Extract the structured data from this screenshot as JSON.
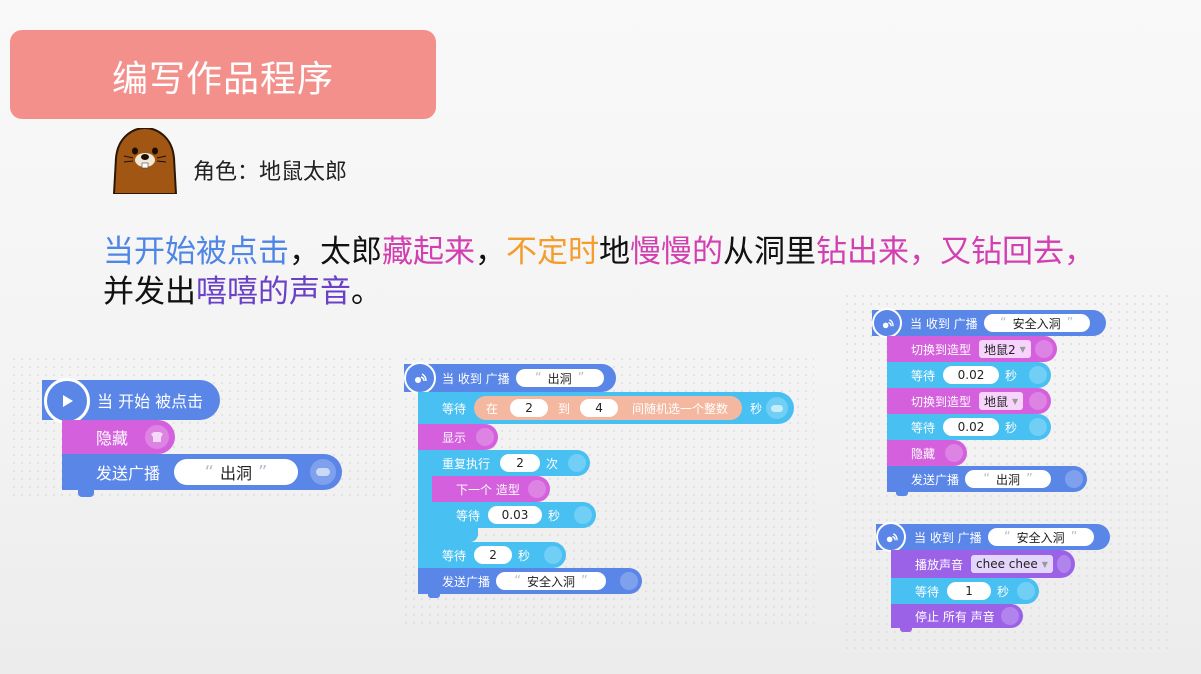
{
  "banner": {
    "title": "编写作品程序"
  },
  "role": {
    "label": "角色：地鼠太郎"
  },
  "description": [
    {
      "text": "当开始被点击",
      "color": "#4f86e5"
    },
    {
      "text": "，太郎",
      "color": "#111111"
    },
    {
      "text": "藏起来",
      "color": "#d23fb0"
    },
    {
      "text": "，",
      "color": "#111111"
    },
    {
      "text": "不定时",
      "color": "#f49d2c"
    },
    {
      "text": "地",
      "color": "#111111"
    },
    {
      "text": "慢慢的",
      "color": "#d23fb0"
    },
    {
      "text": "从洞里",
      "color": "#111111"
    },
    {
      "text": "钻出来",
      "color": "#d23fb0"
    },
    {
      "text": "，又钻回去，",
      "color": "#d23fb0"
    },
    {
      "text": "并发出",
      "color": "#111111"
    },
    {
      "text": "嘻嘻的声音",
      "color": "#6a40c6"
    },
    {
      "text": "。",
      "color": "#111111"
    }
  ],
  "script1": {
    "start_label": "当 开始 被点击",
    "hide_label": "隐藏",
    "broadcast_label": "发送广播",
    "broadcast_value": "出洞"
  },
  "script2": {
    "hat_label": "当 收到 广播",
    "hat_value": "出洞",
    "wait_label": "等待",
    "rand_in": "在",
    "rand_from": "2",
    "rand_to_label": "到",
    "rand_to": "4",
    "rand_suffix": "间随机选一个整数",
    "sec": "秒",
    "show_label": "显示",
    "repeat_label": "重复执行",
    "repeat_count": "2",
    "times": "次",
    "next_costume": "下一个 造型",
    "inner_wait_label": "等待",
    "inner_wait_value": "0.03",
    "wait2_label": "等待",
    "wait2_value": "2",
    "broadcast_label": "发送广播",
    "broadcast_value": "安全入洞"
  },
  "script3": {
    "hat_label": "当 收到 广播",
    "hat_value": "安全入洞",
    "switch_label": "切换到造型",
    "costume1": "地鼠2",
    "wait_label": "等待",
    "wait_value": "0.02",
    "sec": "秒",
    "costume2": "地鼠",
    "hide_label": "隐藏",
    "broadcast_label": "发送广播",
    "broadcast_value": "出洞"
  },
  "script4": {
    "hat_label": "当 收到 广播",
    "hat_value": "安全入洞",
    "play_label": "播放声音",
    "sound": "chee chee",
    "wait_label": "等待",
    "wait_value": "1",
    "sec": "秒",
    "stop_label": "停止 所有 声音"
  },
  "colors": {
    "banner": "#f4908b",
    "events": "#5a86e8",
    "control": "#49c0f2",
    "looks": "#d460dd",
    "sound": "#9b62e8"
  }
}
